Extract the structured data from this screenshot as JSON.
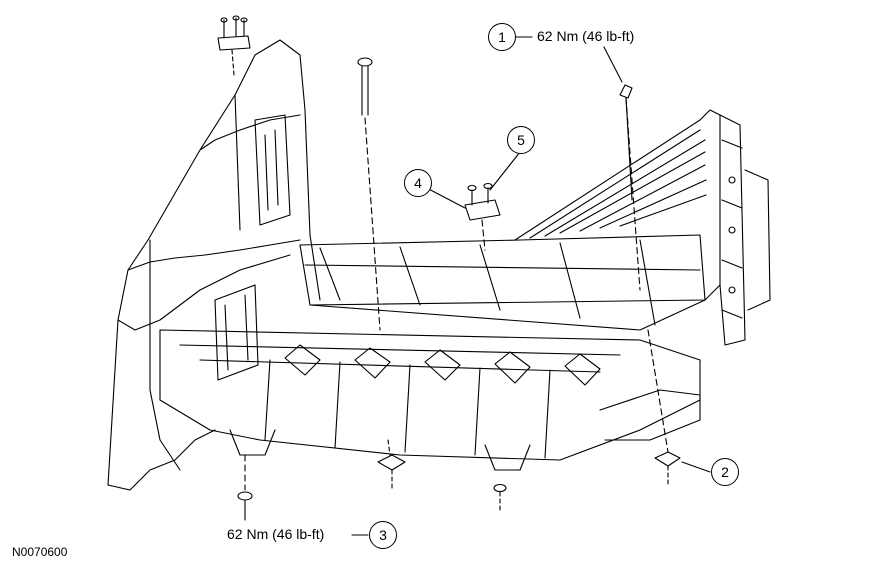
{
  "diagram": {
    "figure_id": "N0070600",
    "callouts": [
      {
        "number": "1",
        "label": "62 Nm (46 lb-ft)"
      },
      {
        "number": "2",
        "label": ""
      },
      {
        "number": "3",
        "label": "62 Nm (46 lb-ft)"
      },
      {
        "number": "4",
        "label": ""
      },
      {
        "number": "5",
        "label": ""
      }
    ]
  }
}
